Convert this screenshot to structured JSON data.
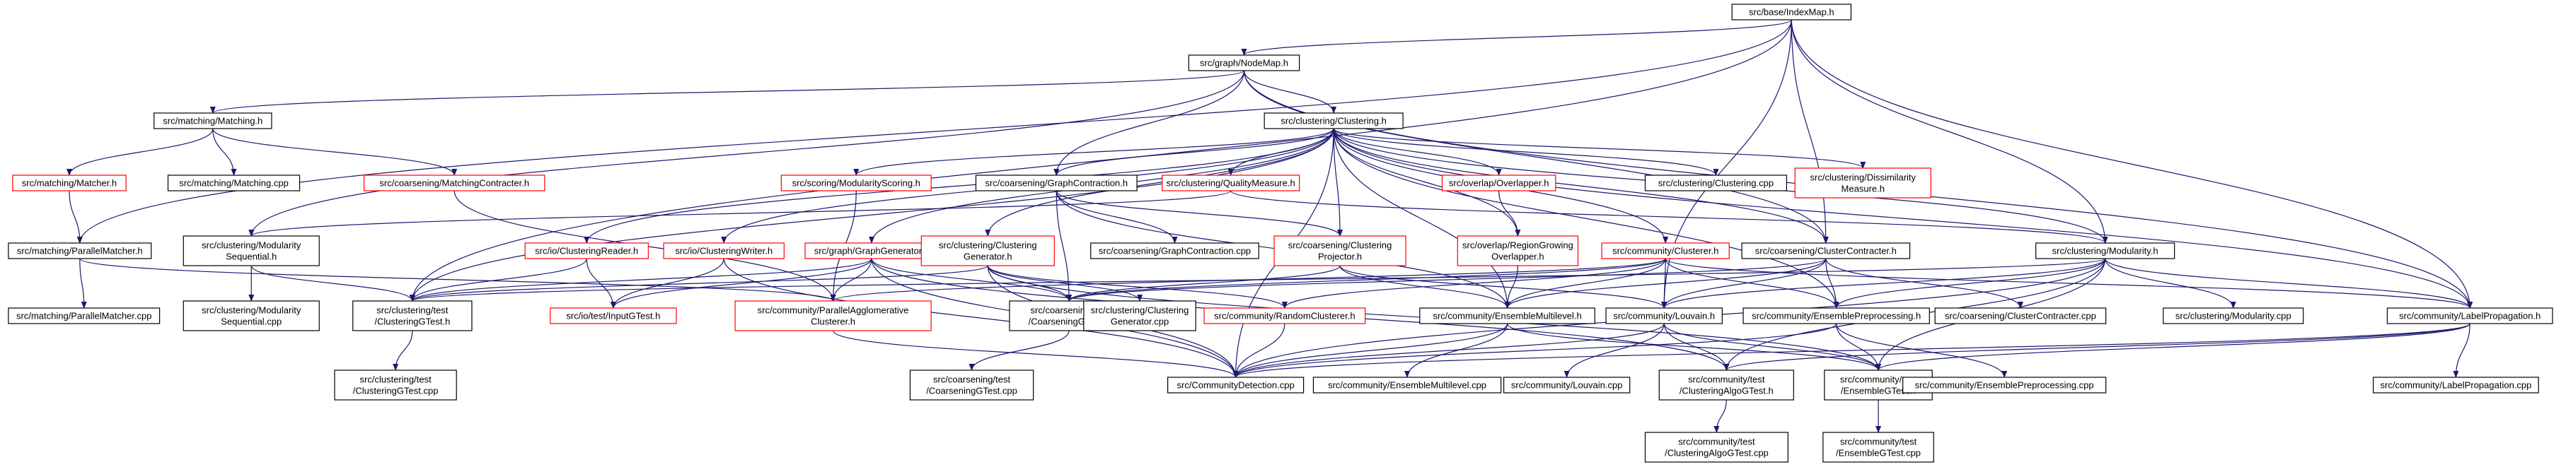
{
  "colors": {
    "edge": "#191970",
    "node_border_black": "#000000",
    "node_border_red": "#ff0000",
    "root_fill": "#bfbfbf",
    "node_fill": "#ffffff"
  },
  "nodes": [
    {
      "id": "indexmap",
      "lines": [
        "src/base/IndexMap.h"
      ],
      "border": "black",
      "root": true
    },
    {
      "id": "nodemap",
      "lines": [
        "src/graph/NodeMap.h"
      ],
      "border": "black"
    },
    {
      "id": "matching",
      "lines": [
        "src/matching/Matching.h"
      ],
      "border": "black"
    },
    {
      "id": "clustering",
      "lines": [
        "src/clustering/Clustering.h"
      ],
      "border": "black"
    },
    {
      "id": "matcher",
      "lines": [
        "src/matching/Matcher.h"
      ],
      "border": "red"
    },
    {
      "id": "matching_cpp",
      "lines": [
        "src/matching/Matching.cpp"
      ],
      "border": "black"
    },
    {
      "id": "matchingcontracter",
      "lines": [
        "src/coarsening/MatchingContracter.h"
      ],
      "border": "red"
    },
    {
      "id": "modscoring",
      "lines": [
        "src/scoring/ModularityScoring.h"
      ],
      "border": "red"
    },
    {
      "id": "graphcontraction",
      "lines": [
        "src/coarsening/GraphContraction.h"
      ],
      "border": "black"
    },
    {
      "id": "qualitymeasure",
      "lines": [
        "src/clustering/QualityMeasure.h"
      ],
      "border": "red"
    },
    {
      "id": "overlapper",
      "lines": [
        "src/overlap/Overlapper.h"
      ],
      "border": "red"
    },
    {
      "id": "clustering_cpp",
      "lines": [
        "src/clustering/Clustering.cpp"
      ],
      "border": "black"
    },
    {
      "id": "dissimilarity",
      "lines": [
        "src/clustering/Dissimilarity",
        "Measure.h"
      ],
      "border": "red"
    },
    {
      "id": "parallelmatcher",
      "lines": [
        "src/matching/ParallelMatcher.h"
      ],
      "border": "black"
    },
    {
      "id": "modseq",
      "lines": [
        "src/clustering/Modularity",
        "Sequential.h"
      ],
      "border": "black"
    },
    {
      "id": "clusteringreader",
      "lines": [
        "src/io/ClusteringReader.h"
      ],
      "border": "red"
    },
    {
      "id": "clusteringwriter",
      "lines": [
        "src/io/ClusteringWriter.h"
      ],
      "border": "red"
    },
    {
      "id": "graphgenerator",
      "lines": [
        "src/graph/GraphGenerator.h"
      ],
      "border": "red"
    },
    {
      "id": "clustgen",
      "lines": [
        "src/clustering/Clustering",
        "Generator.h"
      ],
      "border": "red"
    },
    {
      "id": "graphcontraction_cpp",
      "lines": [
        "src/coarsening/GraphContraction.cpp"
      ],
      "border": "black"
    },
    {
      "id": "clustproj",
      "lines": [
        "src/coarsening/Clustering",
        "Projector.h"
      ],
      "border": "red"
    },
    {
      "id": "regiongrowing",
      "lines": [
        "src/overlap/RegionGrowing",
        "Overlapper.h"
      ],
      "border": "red"
    },
    {
      "id": "communityclusterer",
      "lines": [
        "src/community/Clusterer.h"
      ],
      "border": "red"
    },
    {
      "id": "clustercontracter",
      "lines": [
        "src/coarsening/ClusterContracter.h"
      ],
      "border": "black"
    },
    {
      "id": "modularity",
      "lines": [
        "src/clustering/Modularity.h"
      ],
      "border": "black"
    },
    {
      "id": "parallelmatcher_cpp",
      "lines": [
        "src/matching/ParallelMatcher.cpp"
      ],
      "border": "black"
    },
    {
      "id": "modseq_cpp",
      "lines": [
        "src/clustering/Modularity",
        "Sequential.cpp"
      ],
      "border": "black"
    },
    {
      "id": "clusteringgtest",
      "lines": [
        "src/clustering/test",
        "/ClusteringGTest.h"
      ],
      "border": "black"
    },
    {
      "id": "inputgtest",
      "lines": [
        "src/io/test/InputGTest.h"
      ],
      "border": "red"
    },
    {
      "id": "parallelagglo",
      "lines": [
        "src/community/ParallelAgglomerative",
        "Clusterer.h"
      ],
      "border": "red"
    },
    {
      "id": "coarseninggtest",
      "lines": [
        "src/coarsening/test",
        "/CoarseningGTest.h"
      ],
      "border": "black"
    },
    {
      "id": "clustgen_cpp",
      "lines": [
        "src/clustering/Clustering",
        "Generator.cpp"
      ],
      "border": "black"
    },
    {
      "id": "randomclusterer",
      "lines": [
        "src/community/RandomClusterer.h"
      ],
      "border": "red"
    },
    {
      "id": "ensemblemultilevel",
      "lines": [
        "src/community/EnsembleMultilevel.h"
      ],
      "border": "black"
    },
    {
      "id": "louvain",
      "lines": [
        "src/community/Louvain.h"
      ],
      "border": "black"
    },
    {
      "id": "ensemblepreproc",
      "lines": [
        "src/community/EnsemblePreprocessing.h"
      ],
      "border": "black"
    },
    {
      "id": "clustercontracter_cpp",
      "lines": [
        "src/coarsening/ClusterContracter.cpp"
      ],
      "border": "black"
    },
    {
      "id": "modularity_cpp",
      "lines": [
        "src/clustering/Modularity.cpp"
      ],
      "border": "black"
    },
    {
      "id": "labelprop",
      "lines": [
        "src/community/LabelPropagation.h"
      ],
      "border": "black"
    },
    {
      "id": "clusteringgtest_cpp",
      "lines": [
        "src/clustering/test",
        "/ClusteringGTest.cpp"
      ],
      "border": "black"
    },
    {
      "id": "coarseninggtest_cpp",
      "lines": [
        "src/coarsening/test",
        "/CoarseningGTest.cpp"
      ],
      "border": "black"
    },
    {
      "id": "communitydetection_cpp",
      "lines": [
        "src/CommunityDetection.cpp"
      ],
      "border": "black"
    },
    {
      "id": "ensemblemultilevel_cpp",
      "lines": [
        "src/community/EnsembleMultilevel.cpp"
      ],
      "border": "black"
    },
    {
      "id": "louvain_cpp",
      "lines": [
        "src/community/Louvain.cpp"
      ],
      "border": "black"
    },
    {
      "id": "clusteringalgogtest",
      "lines": [
        "src/community/test",
        "/ClusteringAlgoGTest.h"
      ],
      "border": "black"
    },
    {
      "id": "ensemblegtest",
      "lines": [
        "src/community/test",
        "/EnsembleGTest.h"
      ],
      "border": "black"
    },
    {
      "id": "ensemblepreproc_cpp",
      "lines": [
        "src/community/EnsemblePreprocessing.cpp"
      ],
      "border": "black"
    },
    {
      "id": "labelprop_cpp",
      "lines": [
        "src/community/LabelPropagation.cpp"
      ],
      "border": "black"
    },
    {
      "id": "clusteringalgogtest_cpp",
      "lines": [
        "src/community/test",
        "/ClusteringAlgoGTest.cpp"
      ],
      "border": "black"
    },
    {
      "id": "ensemblegtest_cpp",
      "lines": [
        "src/community/test",
        "/EnsembleGTest.cpp"
      ],
      "border": "black"
    }
  ],
  "edges": [
    [
      "indexmap",
      "nodemap"
    ],
    [
      "indexmap",
      "parallelmatcher"
    ],
    [
      "indexmap",
      "clustercontracter"
    ],
    [
      "indexmap",
      "modularity"
    ],
    [
      "indexmap",
      "louvain"
    ],
    [
      "indexmap",
      "labelprop"
    ],
    [
      "indexmap",
      "clusteringgtest"
    ],
    [
      "nodemap",
      "matching"
    ],
    [
      "nodemap",
      "clustering"
    ],
    [
      "nodemap",
      "graphcontraction"
    ],
    [
      "nodemap",
      "modseq"
    ],
    [
      "nodemap",
      "clustercontracter"
    ],
    [
      "nodemap",
      "labelprop"
    ],
    [
      "matching",
      "matcher"
    ],
    [
      "matching",
      "matching_cpp"
    ],
    [
      "matching",
      "matchingcontracter"
    ],
    [
      "matcher",
      "parallelmatcher"
    ],
    [
      "parallelmatcher",
      "parallelmatcher_cpp"
    ],
    [
      "parallelmatcher",
      "parallelagglo"
    ],
    [
      "matchingcontracter",
      "parallelagglo"
    ],
    [
      "clustering",
      "clustering_cpp"
    ],
    [
      "clustering",
      "dissimilarity"
    ],
    [
      "clustering",
      "overlapper"
    ],
    [
      "clustering",
      "qualitymeasure"
    ],
    [
      "clustering",
      "modscoring"
    ],
    [
      "clustering",
      "graphcontraction"
    ],
    [
      "clustering",
      "clustgen"
    ],
    [
      "clustering",
      "clusteringreader"
    ],
    [
      "clustering",
      "clusteringwriter"
    ],
    [
      "clustering",
      "graphgenerator"
    ],
    [
      "clustering",
      "clustproj"
    ],
    [
      "clustering",
      "regiongrowing"
    ],
    [
      "clustering",
      "communityclusterer"
    ],
    [
      "clustering",
      "clustercontracter"
    ],
    [
      "clustering",
      "modularity"
    ],
    [
      "clustering",
      "ensemblemultilevel"
    ],
    [
      "clustering",
      "clusteringgtest"
    ],
    [
      "clustering",
      "communitydetection_cpp"
    ],
    [
      "clustering",
      "ensemblepreproc"
    ],
    [
      "clustering",
      "labelprop"
    ],
    [
      "modscoring",
      "parallelagglo"
    ],
    [
      "graphcontraction",
      "graphcontraction_cpp"
    ],
    [
      "graphcontraction",
      "clustproj"
    ],
    [
      "graphcontraction",
      "coarseninggtest"
    ],
    [
      "graphcontraction",
      "ensemblemultilevel"
    ],
    [
      "qualitymeasure",
      "modularity"
    ],
    [
      "qualitymeasure",
      "modseq"
    ],
    [
      "overlapper",
      "regiongrowing"
    ],
    [
      "regiongrowing",
      "ensemblemultilevel"
    ],
    [
      "clustproj",
      "ensemblemultilevel"
    ],
    [
      "clustproj",
      "coarseninggtest"
    ],
    [
      "clustproj",
      "louvain"
    ],
    [
      "modseq",
      "modseq_cpp"
    ],
    [
      "modseq",
      "clusteringgtest"
    ],
    [
      "clusteringreader",
      "clusteringgtest"
    ],
    [
      "clusteringreader",
      "inputgtest"
    ],
    [
      "clusteringwriter",
      "inputgtest"
    ],
    [
      "clusteringwriter",
      "communitydetection_cpp"
    ],
    [
      "graphgenerator",
      "clusteringgtest"
    ],
    [
      "graphgenerator",
      "inputgtest"
    ],
    [
      "graphgenerator",
      "coarseninggtest"
    ],
    [
      "graphgenerator",
      "communitydetection_cpp"
    ],
    [
      "graphgenerator",
      "clusteringalgogtest"
    ],
    [
      "graphgenerator",
      "parallelagglo"
    ],
    [
      "clustgen",
      "clustgen_cpp"
    ],
    [
      "clustgen",
      "clusteringgtest"
    ],
    [
      "clustgen",
      "coarseninggtest"
    ],
    [
      "clustgen",
      "randomclusterer"
    ],
    [
      "clustgen",
      "communitydetection_cpp"
    ],
    [
      "clustgen",
      "ensemblegtest"
    ],
    [
      "communityclusterer",
      "parallelagglo"
    ],
    [
      "communityclusterer",
      "randomclusterer"
    ],
    [
      "communityclusterer",
      "ensemblemultilevel"
    ],
    [
      "communityclusterer",
      "louvain"
    ],
    [
      "communityclusterer",
      "ensemblepreproc"
    ],
    [
      "communityclusterer",
      "labelprop"
    ],
    [
      "communityclusterer",
      "coarseninggtest"
    ],
    [
      "clustercontracter",
      "clustercontracter_cpp"
    ],
    [
      "clustercontracter",
      "ensemblemultilevel"
    ],
    [
      "clustercontracter",
      "ensemblepreproc"
    ],
    [
      "clustercontracter",
      "coarseninggtest"
    ],
    [
      "clustercontracter",
      "louvain"
    ],
    [
      "modularity",
      "modularity_cpp"
    ],
    [
      "modularity",
      "louvain"
    ],
    [
      "modularity",
      "ensemblepreproc"
    ],
    [
      "modularity",
      "labelprop"
    ],
    [
      "modularity",
      "clusteringgtest"
    ],
    [
      "modularity",
      "communitydetection_cpp"
    ],
    [
      "modularity",
      "ensemblegtest"
    ],
    [
      "modularity",
      "clusteringalgogtest"
    ],
    [
      "clusteringgtest",
      "clusteringgtest_cpp"
    ],
    [
      "coarseninggtest",
      "coarseninggtest_cpp"
    ],
    [
      "parallelagglo",
      "communitydetection_cpp"
    ],
    [
      "randomclusterer",
      "communitydetection_cpp"
    ],
    [
      "ensemblemultilevel",
      "communitydetection_cpp"
    ],
    [
      "ensemblemultilevel",
      "ensemblemultilevel_cpp"
    ],
    [
      "ensemblemultilevel",
      "ensemblegtest"
    ],
    [
      "louvain",
      "communitydetection_cpp"
    ],
    [
      "louvain",
      "louvain_cpp"
    ],
    [
      "louvain",
      "clusteringalgogtest"
    ],
    [
      "louvain",
      "ensemblegtest"
    ],
    [
      "ensemblepreproc",
      "communitydetection_cpp"
    ],
    [
      "ensemblepreproc",
      "ensemblepreproc_cpp"
    ],
    [
      "ensemblepreproc",
      "ensemblegtest"
    ],
    [
      "labelprop",
      "labelprop_cpp"
    ],
    [
      "labelprop",
      "communitydetection_cpp"
    ],
    [
      "labelprop",
      "clusteringalgogtest"
    ],
    [
      "labelprop",
      "ensemblegtest"
    ],
    [
      "clusteringalgogtest",
      "clusteringalgogtest_cpp"
    ],
    [
      "ensemblegtest",
      "ensemblegtest_cpp"
    ]
  ]
}
